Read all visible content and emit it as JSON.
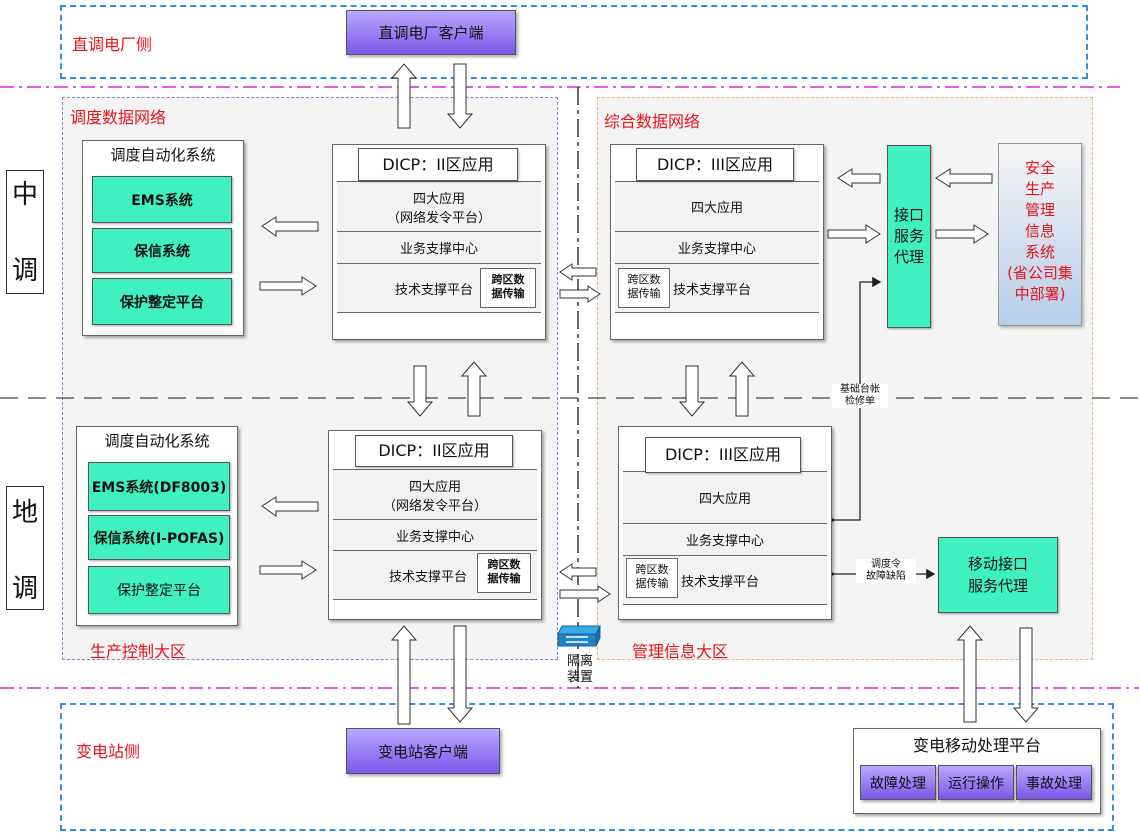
{
  "zones": {
    "plant_side": "直调电厂侧",
    "dispatch_network": "调度数据网络",
    "integrated_network": "综合数据网络",
    "production_zone": "生产控制大区",
    "management_zone": "管理信息大区",
    "substation_side": "变电站侧"
  },
  "levels": {
    "central": [
      "中",
      "调"
    ],
    "local": [
      "地",
      "调"
    ]
  },
  "clients": {
    "plant": "直调电厂客户端",
    "substation": "变电站客户端"
  },
  "central": {
    "automation_title": "调度自动化系统",
    "systems": [
      "EMS系统",
      "保信系统",
      "保护整定平台"
    ],
    "zone2": {
      "title": "DICP：II区应用",
      "apps_line1": "四大应用",
      "apps_line2": "（网络发令平台）",
      "business": "业务支撑中心",
      "tech": "技术支撑平台",
      "cross_line1": "跨区数",
      "cross_line2": "据传输"
    },
    "zone3": {
      "title": "DICP：III区应用",
      "apps": "四大应用",
      "business": "业务支撑中心",
      "tech": "技术支撑平台",
      "cross_line1": "跨区数",
      "cross_line2": "据传输"
    }
  },
  "local": {
    "automation_title": "调度自动化系统",
    "systems": [
      "EMS系统(DF8003)",
      "保信系统(I-POFAS)",
      "保护整定平台"
    ],
    "zone2": {
      "title": "DICP：II区应用",
      "apps_line1": "四大应用",
      "apps_line2": "（网络发令平台）",
      "business": "业务支撑中心",
      "tech": "技术支撑平台",
      "cross_line1": "跨区数",
      "cross_line2": "据传输"
    },
    "zone3": {
      "title": "DICP：III区应用",
      "apps": "四大应用",
      "business": "业务支撑中心",
      "tech": "技术支撑平台",
      "cross_line1": "跨区数",
      "cross_line2": "据传输"
    }
  },
  "interface_proxy": [
    "接口",
    "服务",
    "代理"
  ],
  "safety_system": [
    "安全",
    "生产",
    "管理",
    "信息",
    "系统",
    "(省公司集",
    "中部署)"
  ],
  "mobile_proxy": [
    "移动接口",
    "服务代理"
  ],
  "ledger_label": [
    "基础台帐",
    "检修单"
  ],
  "order_label": [
    "调度令",
    "故障缺陷"
  ],
  "isolation": [
    "隔离",
    "装置"
  ],
  "mobile_platform": {
    "title": "变电移动处理平台",
    "items": [
      "故障处理",
      "运行操作",
      "事故处理"
    ]
  },
  "colors": {
    "accent_green": "#3ff0c0",
    "client_purple": "#8a6af0",
    "zone_label_red": "#e8131a",
    "blue_dash": "#2f8fe6",
    "magenta_dash": "#e040e8"
  }
}
